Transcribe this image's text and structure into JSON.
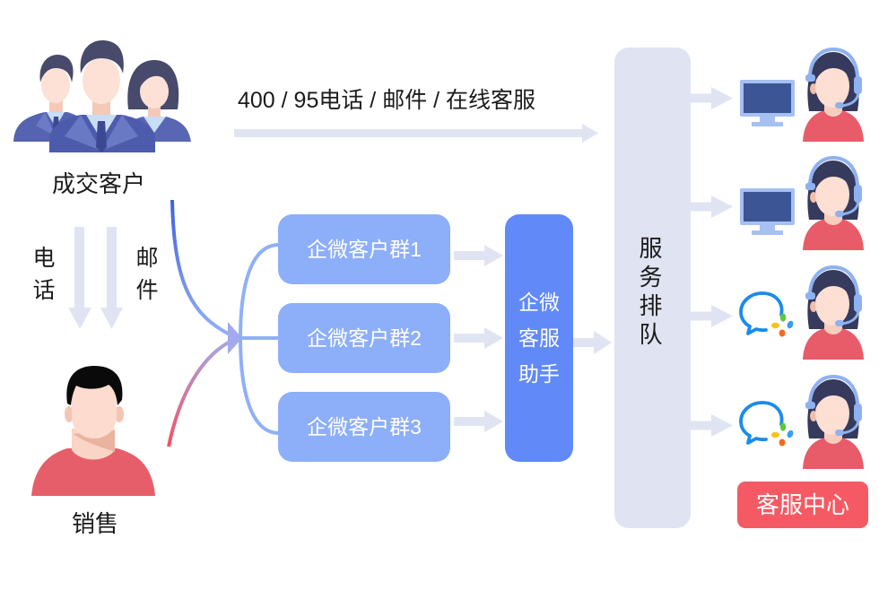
{
  "customers": {
    "label": "成交客户",
    "icon": "customer-group-icon"
  },
  "sales": {
    "label": "销售",
    "icon": "salesperson-icon"
  },
  "channels_top": {
    "label": "400 / 95电话 / 邮件 / 在线客服"
  },
  "channels_left": [
    {
      "label": "电话"
    },
    {
      "label": "邮件"
    }
  ],
  "groups": [
    {
      "label": "企微客户群1"
    },
    {
      "label": "企微客户群2"
    },
    {
      "label": "企微客户群3"
    }
  ],
  "assistant": {
    "label_lines": [
      "企微",
      "客服",
      "助手"
    ]
  },
  "queue": {
    "label": "服务排队"
  },
  "service_agents": [
    {
      "station_icon": "monitor-icon",
      "agent_icon": "headset-agent-icon"
    },
    {
      "station_icon": "monitor-icon",
      "agent_icon": "headset-agent-icon"
    },
    {
      "station_icon": "wecom-icon",
      "agent_icon": "headset-agent-icon"
    },
    {
      "station_icon": "wecom-icon",
      "agent_icon": "headset-agent-icon"
    }
  ],
  "service_center": {
    "label": "客服中心"
  },
  "colors": {
    "group_box": "#8DAEF9",
    "assistant_box": "#6189F8",
    "queue_bar": "#E0E4F2",
    "flow_arrow": "#E0E4F2",
    "service_center_badge": "#F55A64",
    "customer_flow": "#3E62DF",
    "sales_flow": "#F6505E"
  }
}
